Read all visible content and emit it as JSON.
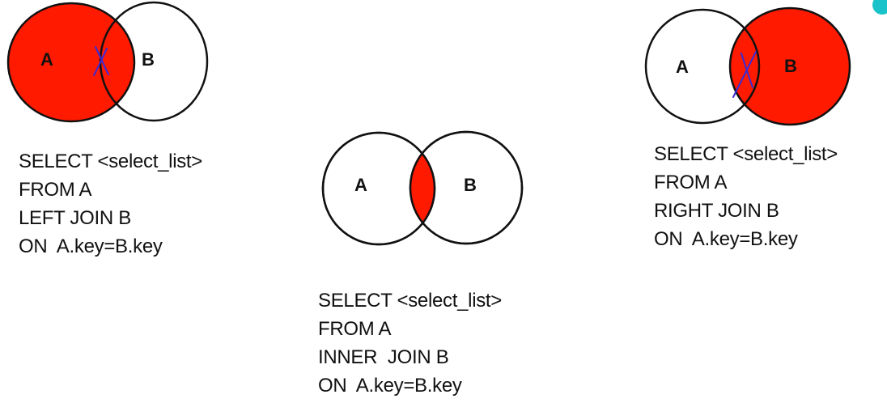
{
  "colors": {
    "fill_red": "#ff1a00",
    "outline": "#111111",
    "pen_mark": "#3a2bd6",
    "corner_accent": "#19c3c9"
  },
  "diagrams": {
    "left_join": {
      "label_a": "A",
      "label_b": "B",
      "sql": [
        "SELECT <select_list>",
        "FROM A",
        "LEFT JOIN B",
        "ON  A.key=B.key"
      ]
    },
    "inner_join": {
      "label_a": "A",
      "label_b": "B",
      "sql": [
        "SELECT <select_list>",
        "FROM A",
        "INNER  JOIN B",
        "ON  A.key=B.key"
      ]
    },
    "right_join": {
      "label_a": "A",
      "label_b": "B",
      "sql": [
        "SELECT <select_list>",
        "FROM A",
        "RIGHT JOIN B",
        "ON  A.key=B.key"
      ]
    }
  }
}
